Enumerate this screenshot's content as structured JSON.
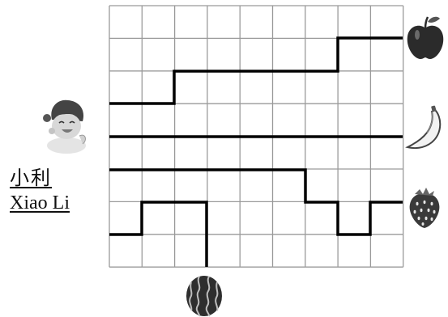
{
  "person": {
    "name_cn": "小利",
    "name_en": "Xiao Li",
    "icon": "girl-face-icon"
  },
  "grid": {
    "columns": 9,
    "rows": 8
  },
  "fruits": [
    {
      "key": "apple",
      "icon": "apple-icon"
    },
    {
      "key": "banana",
      "icon": "banana-icon"
    },
    {
      "key": "strawberry",
      "icon": "strawberry-icon"
    },
    {
      "key": "watermelon",
      "icon": "watermelon-icon"
    }
  ],
  "colors": {
    "grid_line": "#9a9a9a",
    "path_line": "#000000",
    "fruit_fill": "#2b2b2b",
    "skin": "#d9d9d9"
  }
}
